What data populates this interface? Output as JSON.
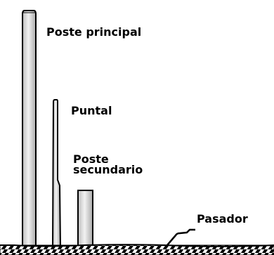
{
  "labels": {
    "main_post": "Poste principal",
    "strut": "Puntal",
    "secondary_post_line1": "Poste",
    "secondary_post_line2": "secundario",
    "pin": "Pasador"
  },
  "colors": {
    "post_fill": "#d6d6d6",
    "post_highlight": "#f4f4f4",
    "outline": "#000000",
    "ground_fill": "#ffffff"
  }
}
